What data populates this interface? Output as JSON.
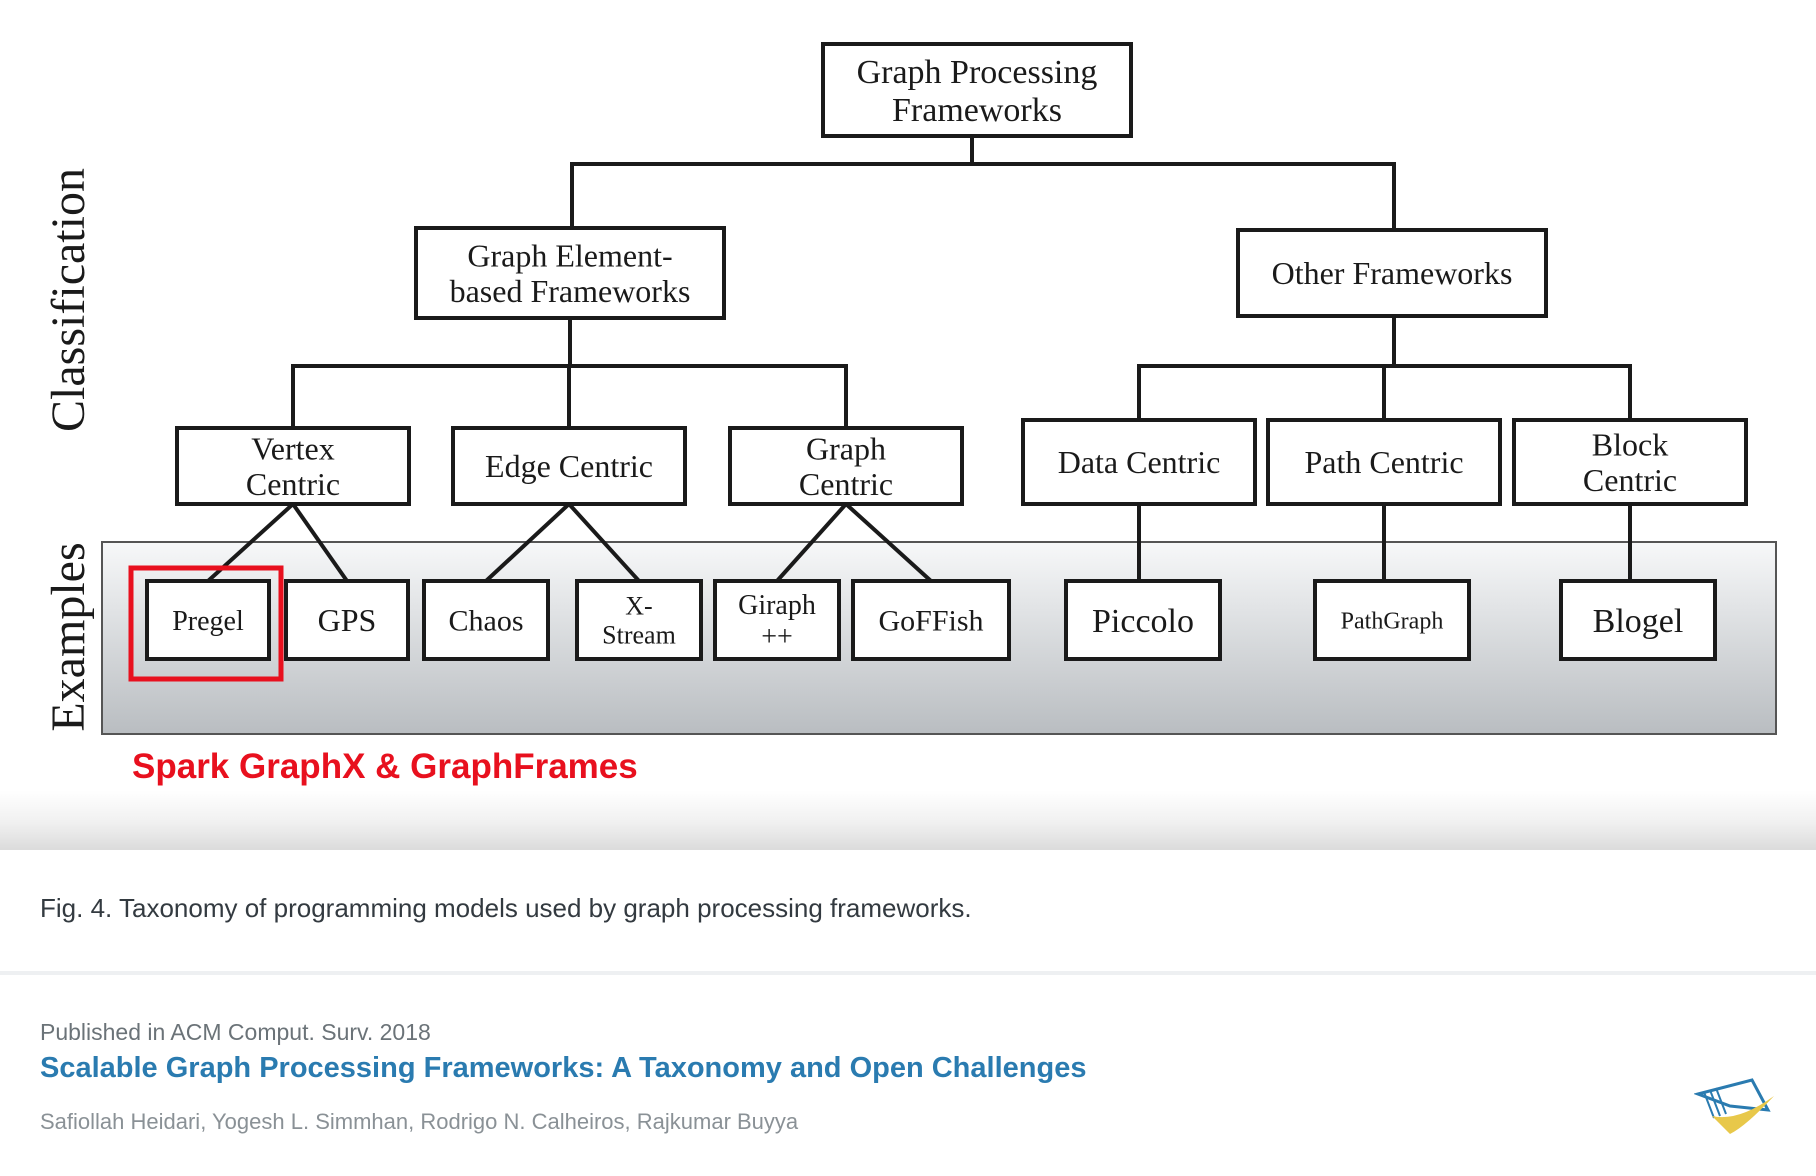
{
  "diagram": {
    "side_labels": {
      "top": "Classification",
      "bottom": "Examples"
    },
    "root": "Graph Processing\nFrameworks",
    "level1": {
      "element_based": "Graph Element-\nbased Frameworks",
      "other": "Other Frameworks"
    },
    "level2": {
      "vertex": "Vertex\nCentric",
      "edge": "Edge Centric",
      "graph": "Graph\nCentric",
      "data": "Data Centric",
      "path": "Path Centric",
      "block": "Block\nCentric"
    },
    "examples": {
      "pregel": "Pregel",
      "gps": "GPS",
      "chaos": "Chaos",
      "xstream": "X-\nStream",
      "giraph": "Giraph\n++",
      "goffish": "GoFFish",
      "piccolo": "Piccolo",
      "pathgraph": "PathGraph",
      "blogel": "Blogel"
    },
    "annotation": "Spark GraphX & GraphFrames",
    "annotation_color": "#e8101e"
  },
  "caption": "Fig. 4. Taxonomy of programming models used by graph processing frameworks.",
  "publication": {
    "venue": "Published in ACM Comput. Surv. 2018",
    "title": "Scalable Graph Processing Frameworks: A Taxonomy and Open Challenges",
    "authors": "Safiollah Heidari, Yogesh L. Simmhan, Rodrigo N. Calheiros, Rajkumar Buyya",
    "title_color": "#2a7bb0",
    "logo_icon": "publisher-logo-icon"
  }
}
